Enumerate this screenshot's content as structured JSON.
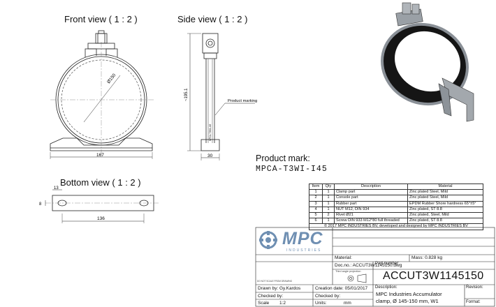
{
  "views": {
    "front": {
      "title": "Front view ( 1 : 2 )",
      "dim_width": "167",
      "dim_diameter": "Ø150"
    },
    "side": {
      "title": "Side view ( 1 : 2 )",
      "dim_height": "~195.1",
      "dim_width": "30",
      "product_marking_label": "Product marking",
      "marking_text": "MPCA-T3W1-I45"
    },
    "bottom": {
      "title": "Bottom view ( 1 : 2 )",
      "dim_13": "13",
      "dim_8": "8",
      "dim_136": "136"
    }
  },
  "product_mark": {
    "title": "Product mark:",
    "value": "MPCA-T3WI-I45"
  },
  "bom": {
    "headers": [
      "Item",
      "Qty",
      "Description",
      "Material"
    ],
    "rows": [
      [
        "1",
        "1",
        "Clamp part",
        "Zinc plated Steel, Mild"
      ],
      [
        "2",
        "1",
        "Console part",
        "Zinc plated Steel, Mild"
      ],
      [
        "3",
        "1",
        "Rubber part",
        "EPDM Rubber Shore hardness 65°±5°"
      ],
      [
        "4",
        "1",
        "NUT M12, DIN 934",
        "Zinc plated, ST 8.8"
      ],
      [
        "5",
        "2",
        "Rivet Ø21",
        "Zinc plated, Steel, Mild"
      ],
      [
        "6",
        "1",
        "Screw DIN 933 M12*80 full threaded",
        "Zinc plated, ST 8.8"
      ]
    ],
    "copyright": "© 2017 MPC INDUSTRIES BV, developed and designed by MPC INDUSTRIES BV"
  },
  "logo": {
    "text": "MPC",
    "sub": "INDUSTRIES"
  },
  "title_block": {
    "material_label": "Material:",
    "mass": "Mass: 0.828 kg",
    "doc_no": "Doc.no.: ACCUT3W1145150.dwg",
    "projection_label": "Third angle projection",
    "part_number_label": "Part number:",
    "part_number": "ACCUT3W1145150",
    "drawn_by_label": "Drawn by:",
    "drawn_by": "Gy.Kardos",
    "creation_date": "Creation date: 05/01/2017",
    "description_label": "Description:",
    "description_line1": "MPC Industries Accumulator",
    "description_line2": "clamp, Ø 145-150 mm, W1",
    "revision_label": "Revision:",
    "checked_by_1": "Checked by:",
    "checked_by_2": "Checked by:",
    "scale_label": "Scale",
    "scale": "1:2",
    "units_label": "Units:",
    "units": "mm",
    "format_label": "Format:",
    "do_not_scale": "DO NOT SCALE FROM DRAWING"
  },
  "colors": {
    "line": "#222222",
    "logo_blue": "#6f8fb2",
    "rubber": "#151515",
    "steel": "#9aa0a6"
  }
}
